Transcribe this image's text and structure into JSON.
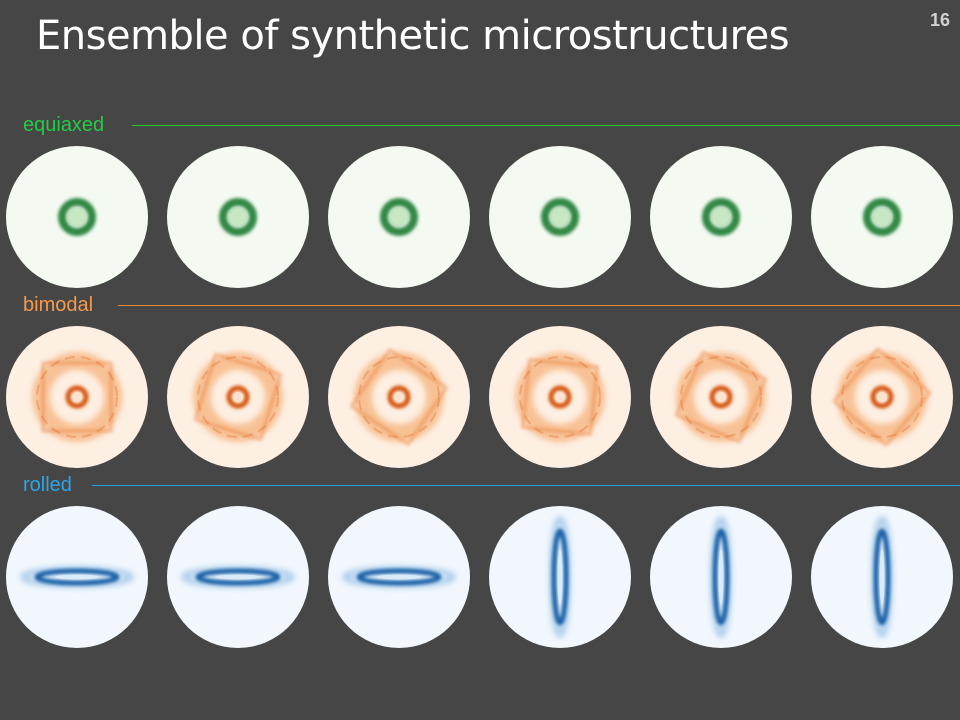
{
  "slide": {
    "title": "Ensemble of synthetic microstructures",
    "number": "16"
  },
  "sections": [
    {
      "label": "equiaxed",
      "color": "#22cc44",
      "lineColor": "#22cc22",
      "backgroundFill": "#f4faf1",
      "ringColor": "#1e7b33",
      "glyphs": [
        "ring",
        "ring",
        "ring",
        "ring",
        "ring",
        "ring"
      ]
    },
    {
      "label": "bimodal",
      "color": "#f49a4c",
      "lineColor": "#e8893c",
      "backgroundFill": "#fdefe2",
      "ringColor": "#d65410",
      "glyphs": [
        "ring-with-halo",
        "ring-with-halo",
        "ring-with-halo",
        "ring-with-halo",
        "ring-with-halo",
        "ring-with-halo"
      ]
    },
    {
      "label": "rolled",
      "color": "#2aa6e8",
      "lineColor": "#2a9ee0",
      "backgroundFill": "#f1f7fd",
      "ringColor": "#1a63a8",
      "glyphs": [
        "horizontal-ellipse",
        "horizontal-ellipse",
        "horizontal-ellipse",
        "vertical-ellipse",
        "vertical-ellipse",
        "vertical-ellipse"
      ]
    }
  ]
}
